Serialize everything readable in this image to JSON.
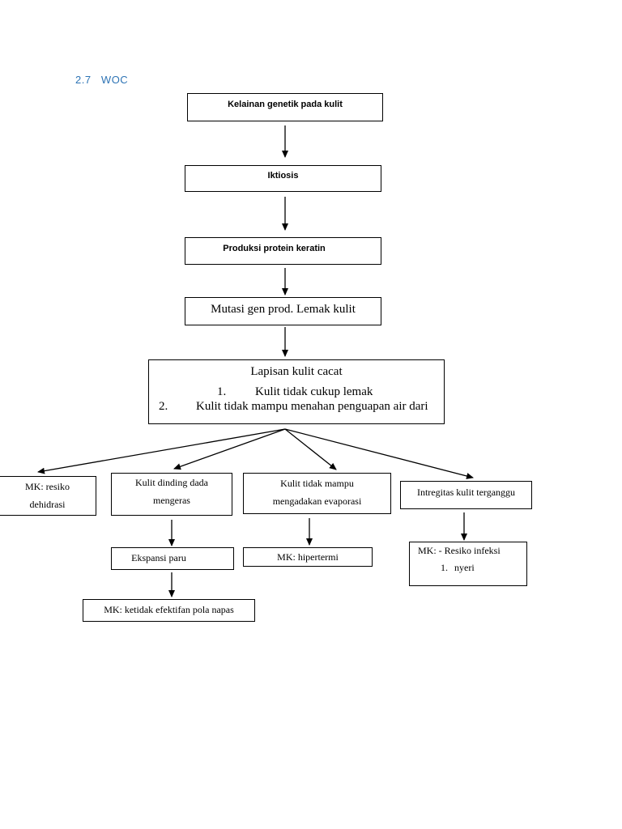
{
  "heading": {
    "number": "2.7",
    "title": "WOC"
  },
  "nodes": {
    "kelainan": "Kelainan genetik pada kulit",
    "iktiosis": "Iktiosis",
    "produksi": "Produksi protein keratin",
    "mutasi": "Mutasi gen prod. Lemak kulit",
    "lapisan": {
      "title": "Lapisan kulit cacat",
      "item1_num": "1.",
      "item1": "Kulit tidak cukup lemak",
      "item2_num": "2.",
      "item2": "Kulit tidak mampu menahan penguapan air dari"
    },
    "dehidrasi": {
      "line1": "MK: resiko",
      "line2": "dehidrasi"
    },
    "dinding": {
      "line1": "Kulit dinding dada",
      "line2": "mengeras"
    },
    "evaporasi": {
      "line1": "Kulit tidak mampu",
      "line2": "mengadakan evaporasi"
    },
    "integritas": "Intregitas kulit terganggu",
    "ekspansi": "Ekspansi paru",
    "hipertermi": "MK: hipertermi",
    "infeksi": {
      "line1": "MK: - Resiko infeksi",
      "item_num": "1.",
      "item": "nyeri"
    },
    "napas": "MK: ketidak efektifan pola napas"
  }
}
